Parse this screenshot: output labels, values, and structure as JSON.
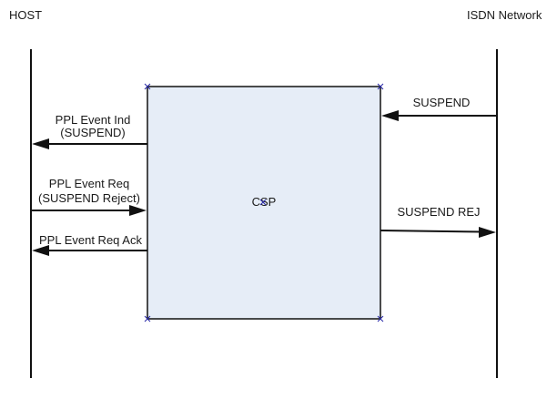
{
  "participants": {
    "host": "HOST",
    "network": "ISDN Network"
  },
  "process_box": {
    "label": "CSP",
    "fill_color": "#e6edf7"
  },
  "messages": [
    {
      "id": "ppl-event-ind",
      "line1": "PPL Event Ind",
      "line2": "(SUSPEND)",
      "from": "CSP",
      "to": "HOST"
    },
    {
      "id": "ppl-event-req",
      "line1": "PPL Event Req",
      "line2": "(SUSPEND Reject)",
      "from": "HOST",
      "to": "CSP"
    },
    {
      "id": "ppl-event-req-ack",
      "line1": "PPL Event Req Ack",
      "line2": "",
      "from": "CSP",
      "to": "HOST"
    },
    {
      "id": "suspend",
      "line1": "SUSPEND",
      "line2": "",
      "from": "ISDN Network",
      "to": "CSP"
    },
    {
      "id": "suspend-rej",
      "line1": "SUSPEND REJ",
      "line2": "",
      "from": "CSP",
      "to": "ISDN Network"
    }
  ]
}
